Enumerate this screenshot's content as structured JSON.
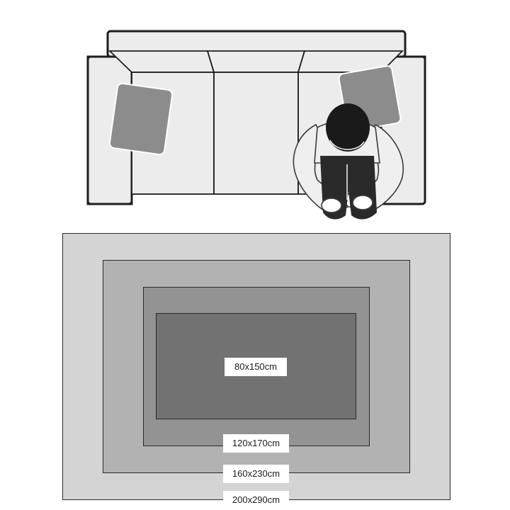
{
  "rug_sizes": [
    {
      "label": "200x290cm",
      "color": "#d4d4d4"
    },
    {
      "label": "160x230cm",
      "color": "#b2b2b2"
    },
    {
      "label": "120x170cm",
      "color": "#939393"
    },
    {
      "label": "80x150cm",
      "color": "#727272"
    }
  ],
  "colors": {
    "sofa_fill": "#ececec",
    "sofa_outline": "#1e1e1e",
    "cushion": "#8c8c8c",
    "person_hair": "#1a1a1a",
    "person_shirt": "#efefef",
    "person_pants": "#2a2a2a",
    "person_skin": "#ffffff"
  },
  "icons": [
    "sofa-icon",
    "person-icon"
  ]
}
